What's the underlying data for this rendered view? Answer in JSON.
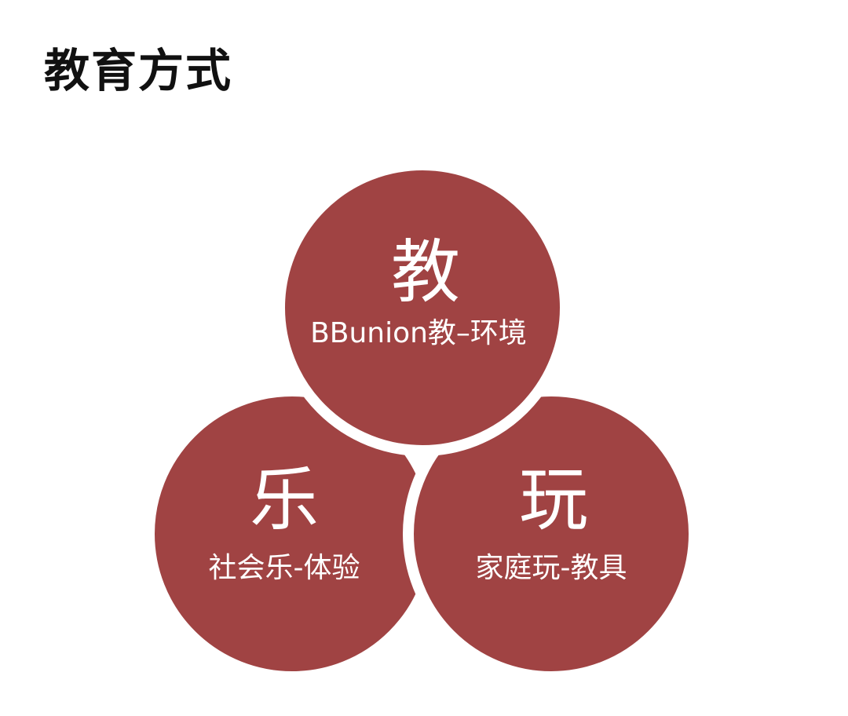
{
  "header": {
    "title": "教育方式"
  },
  "diagram": {
    "fill_color": "#a04343",
    "gap_color": "#ffffff",
    "nodes": [
      {
        "char": "教",
        "subtitle": "BBunion教–环境"
      },
      {
        "char": "乐",
        "subtitle": "社会乐-体验"
      },
      {
        "char": "玩",
        "subtitle": "家庭玩-教具"
      }
    ]
  }
}
